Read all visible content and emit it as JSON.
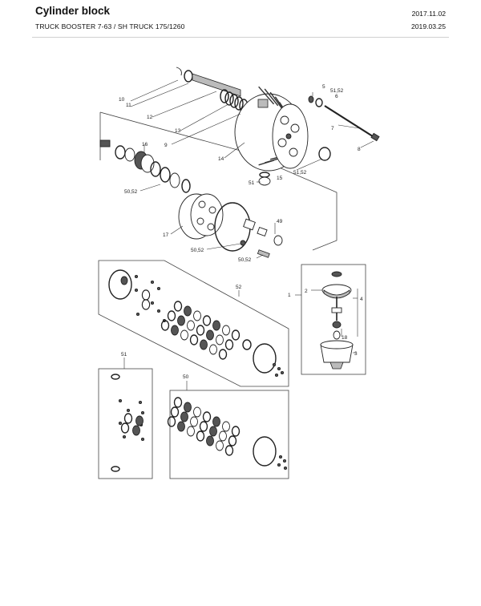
{
  "header": {
    "title": "Cylinder block",
    "subtitle": "TRUCK BOOSTER 7-63 / SH TRUCK 175/1260",
    "date_created": "2017.11.02",
    "date_revised": "2019.03.25"
  },
  "callouts": {
    "c1": "1",
    "c2": "2",
    "c3": "3",
    "c4": "4",
    "c5": "5",
    "c6": "6",
    "c7": "7",
    "c8": "8",
    "c9": "9",
    "c10": "10",
    "c11": "11",
    "c12": "12",
    "c13": "13",
    "c14": "14",
    "c15": "15",
    "c16": "16",
    "c17": "17",
    "c18": "18",
    "c49": "49",
    "c50": "50",
    "c51": "51",
    "c52": "52",
    "c51_top": "51",
    "c51_52_a": "51,52",
    "c51_52_b": "51,52",
    "c50_52_a": "50,52",
    "c50_52_b": "50,52",
    "c50_52_c": "50,52"
  }
}
